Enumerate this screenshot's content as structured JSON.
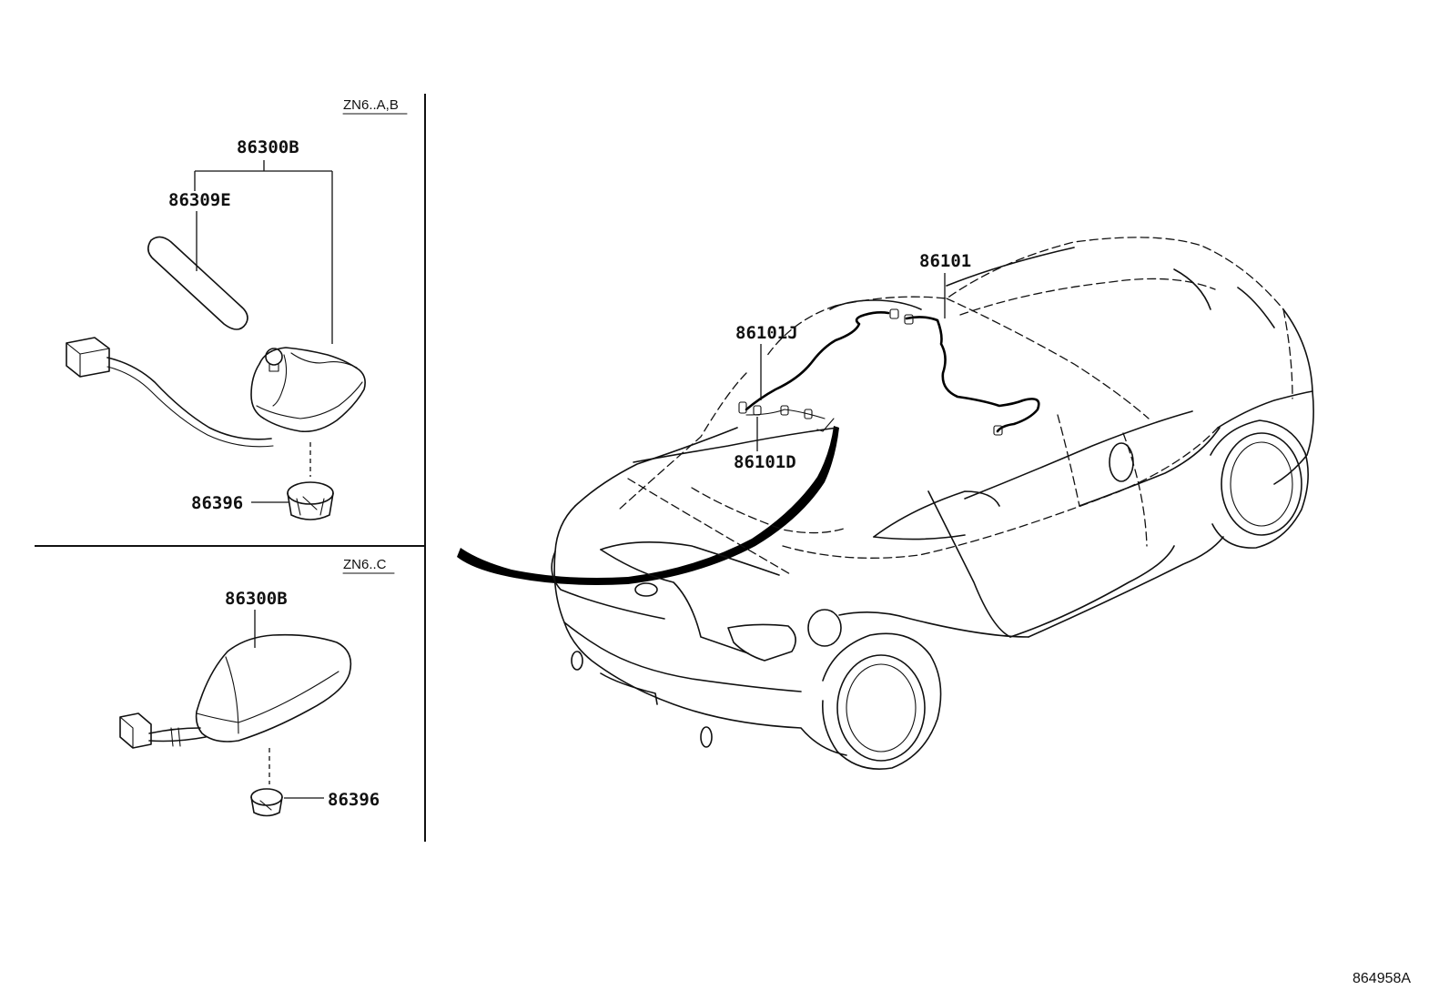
{
  "diagram": {
    "variants": {
      "upper": "ZN6..A,B",
      "lower": "ZN6..C"
    },
    "parts": {
      "upper_assembly": "86300B",
      "upper_rod": "86309E",
      "upper_base": "86396",
      "lower_assembly": "86300B",
      "lower_base": "86396",
      "harness_main": "86101",
      "harness_j": "86101J",
      "harness_d": "86101D"
    },
    "reference_code": "864958A"
  }
}
